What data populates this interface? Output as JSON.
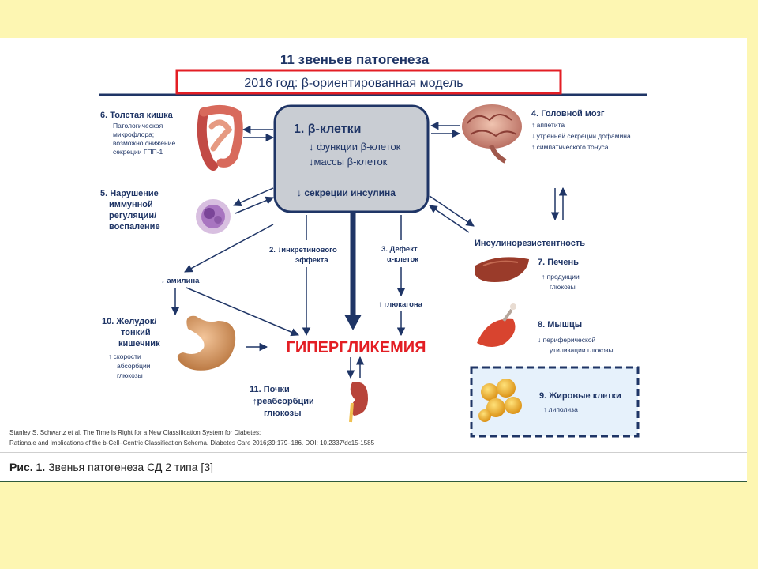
{
  "title": "11 звеньев патогенеза",
  "subtitle": "2016 год: β-ориентированная модель",
  "beta_cells": {
    "heading": "1. β-клетки",
    "line1": "↓ функции β-клеток",
    "line2": "↓массы β-клеток",
    "line3": "↓ секреции инсулина"
  },
  "colon": {
    "heading": "6. Толстая кишка",
    "lines": [
      "Патологическая",
      "микрофлора;",
      "возможно снижение",
      "секреции ГПП-1"
    ]
  },
  "immune": {
    "lines": [
      "5. Нарушение",
      "иммунной",
      "регуляции/",
      "воспаление"
    ]
  },
  "brain": {
    "heading": "4. Головной мозг",
    "lines": [
      "↑ аппетита",
      "↓ утренней секреции дофамина",
      "↑ симпатического тонуса"
    ]
  },
  "incretin": {
    "lines": [
      "2. ↓инкретинового",
      "эффекта"
    ]
  },
  "alpha": {
    "lines": [
      "3. Дефект",
      "α-клеток"
    ]
  },
  "glucagon": "↑ глюкагона",
  "amylin": "↓ амилина",
  "insulin_resistance": "Инсулинорезистентность",
  "liver": {
    "heading": "7. Печень",
    "lines": [
      "↑ продукции",
      "глюкозы"
    ]
  },
  "muscle": {
    "heading": "8. Мышцы",
    "lines": [
      "↓ периферической",
      "утилизации глюкозы"
    ]
  },
  "fat": {
    "heading": "9. Жировые клетки",
    "line": "↑ липолиза"
  },
  "stomach": {
    "lines": [
      "10. Желудок/",
      "тонкий",
      "кишечник"
    ],
    "detail": [
      "↑ скорости",
      "абсорбции",
      "глюкозы"
    ]
  },
  "kidney": {
    "lines": [
      "11. Почки",
      "↑реабсорбции",
      "глюкозы"
    ]
  },
  "hyperglycemia": "ГИПЕРГЛИКЕМИЯ",
  "citation": [
    "Stanley S. Schwartz et al. The Time Is Right for a New Classification System for Diabetes:",
    "Rationale and Implications of the b-Cell–Centric Classification Schema. Diabetes Care 2016;39:179–186. DOI: 10.2337/dc15-1585"
  ],
  "caption_bold": "Рис. 1.",
  "caption_text": " Звенья патогенеза СД 2 типа [3]",
  "colors": {
    "navy": "#1f3566",
    "red": "#e31e24",
    "box_fill": "#c9cdd3",
    "box_stroke": "#1f3566",
    "background": "#fdf6b2"
  }
}
